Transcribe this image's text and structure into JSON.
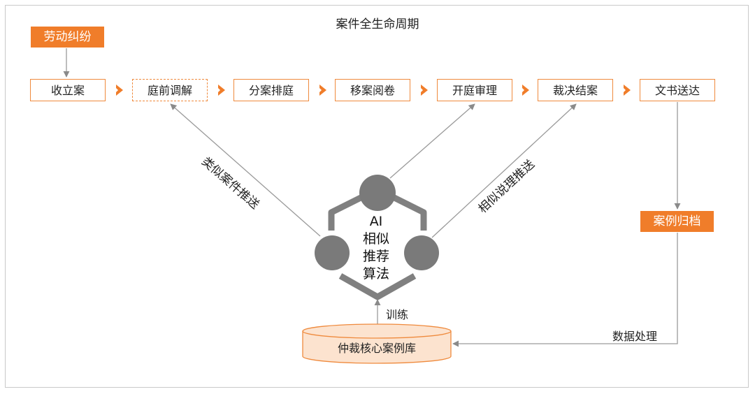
{
  "title": "案件全生命周期",
  "source_tag": "劳动纠纷",
  "steps": [
    "收立案",
    "庭前调解",
    "分案排庭",
    "移案阅卷",
    "开庭审理",
    "裁决结案",
    "文书送达"
  ],
  "archive_tag": "案例归档",
  "algorithm": {
    "line1": "AI",
    "line2": "相似",
    "line3": "推荐",
    "line4": "算法"
  },
  "left_label": "类似案件推送",
  "right_label": "相似说理推送",
  "train_label": "训练",
  "data_label": "数据处理",
  "database": "仲裁核心案例库",
  "colors": {
    "accent": "#f07d2a",
    "node": "#7a7a7a",
    "line": "#9a9a9a",
    "db_fill": "#fce3cf"
  }
}
